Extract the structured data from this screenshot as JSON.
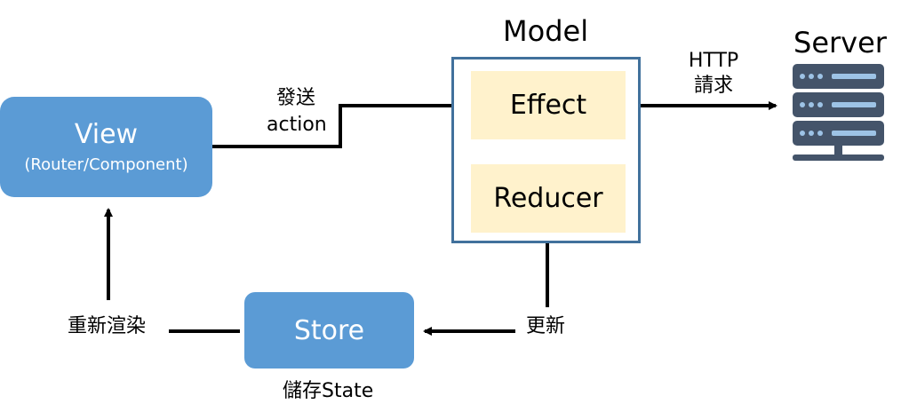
{
  "model": {
    "title": "Model",
    "effect": "Effect",
    "reducer": "Reducer"
  },
  "server": {
    "title": "Server"
  },
  "view": {
    "title": "View",
    "subtitle": "(Router/Component)"
  },
  "store": {
    "title": "Store",
    "caption": "儲存State"
  },
  "labels": {
    "send_line1": "發送",
    "send_line2": "action",
    "http_line1": "HTTP",
    "http_line2": "請求",
    "update": "更新",
    "rerender": "重新渲染"
  },
  "colors": {
    "blue_box": "#5b9bd5",
    "model_border": "#41719c",
    "yellow_box": "#fff2cc",
    "server_dark": "#44546a",
    "server_light": "#9dc3e6"
  },
  "icons": {
    "server": "server-rack-icon"
  }
}
